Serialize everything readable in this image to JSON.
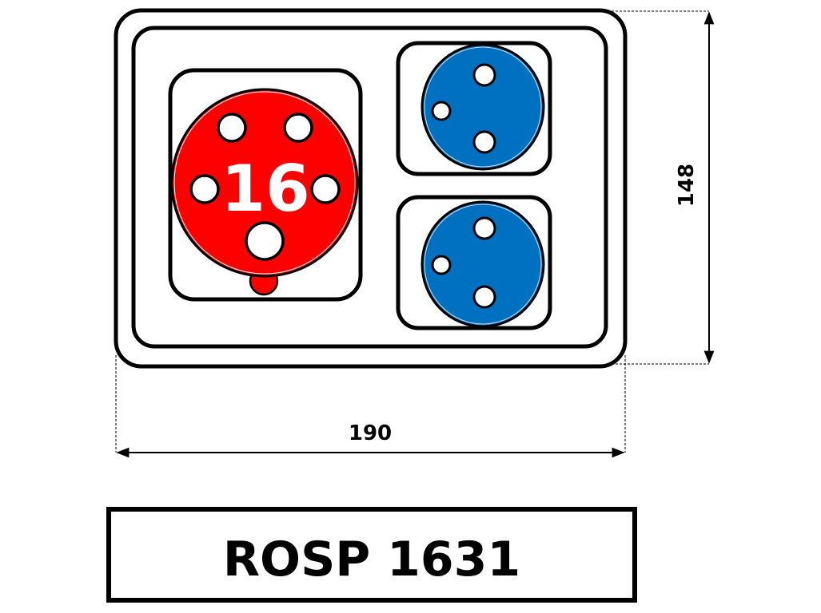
{
  "diagram": {
    "red_socket": {
      "label": "16",
      "color": "#ff0000",
      "pin_count": 5
    },
    "blue_sockets": [
      {
        "color": "#0070c0",
        "pin_count": 3
      },
      {
        "color": "#0070c0",
        "pin_count": 3
      }
    ],
    "dimensions": {
      "width": "190",
      "height": "148"
    },
    "product_label": "ROSP 1631"
  }
}
